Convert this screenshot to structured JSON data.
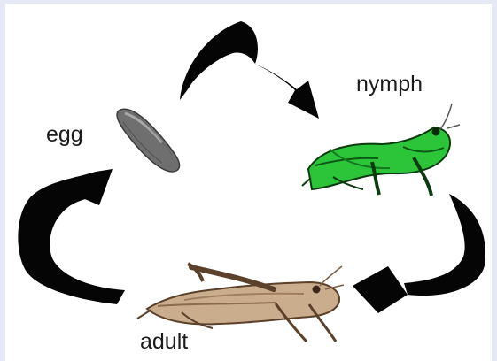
{
  "labels": {
    "egg": "egg",
    "nymph": "nymph",
    "adult": "adult"
  },
  "colors": {
    "background": "#e7e8f6",
    "panel": "#ffffff",
    "arrow": "#050505",
    "egg": "#6f6f6f",
    "nymph": "#2cc53a",
    "adult": "#b89a73"
  },
  "icons": {
    "egg": "grasshopper-egg-icon",
    "nymph": "green-grasshopper-nymph-icon",
    "adult": "brown-adult-grasshopper-icon",
    "arrows": "curved-arrow-icon"
  }
}
